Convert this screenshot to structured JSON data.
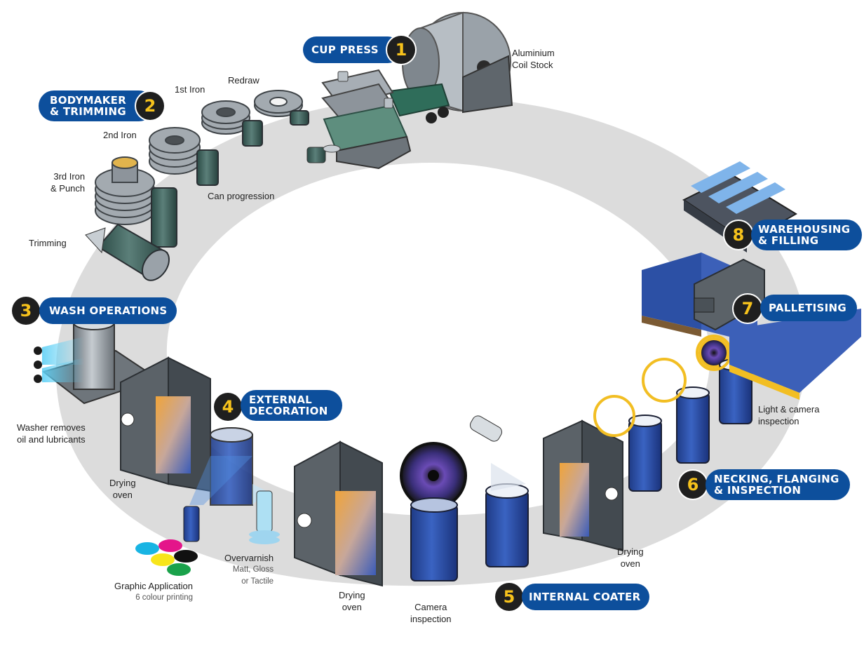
{
  "stages": [
    {
      "num": "1",
      "line1": "CUP PRESS",
      "line2": ""
    },
    {
      "num": "2",
      "line1": "BODYMAKER",
      "line2": "& TRIMMING"
    },
    {
      "num": "3",
      "line1": "WASH OPERATIONS",
      "line2": ""
    },
    {
      "num": "4",
      "line1": "EXTERNAL",
      "line2": "DECORATION"
    },
    {
      "num": "5",
      "line1": "INTERNAL COATER",
      "line2": ""
    },
    {
      "num": "6",
      "line1": "NECKING, FLANGING",
      "line2": "& INSPECTION"
    },
    {
      "num": "7",
      "line1": "PALLETISING",
      "line2": ""
    },
    {
      "num": "8",
      "line1": "WAREHOUSING",
      "line2": "& FILLING"
    }
  ],
  "labels": {
    "coil": [
      "Aluminium",
      "Coil Stock"
    ],
    "redraw": "Redraw",
    "iron1": "1st Iron",
    "iron2": "2nd Iron",
    "iron3": [
      "3rd Iron",
      "& Punch"
    ],
    "can_progression": "Can progression",
    "trimming": "Trimming",
    "washer": [
      "Washer removes",
      "oil and lubricants"
    ],
    "drying_oven": [
      "Drying",
      "oven"
    ],
    "overvarnish": "Overvarnish",
    "overvarnish_sub": [
      "Matt, Gloss",
      "or Tactile"
    ],
    "graphic": "Graphic Application",
    "graphic_sub": "6 colour printing",
    "camera": [
      "Camera",
      "inspection"
    ],
    "light_camera": [
      "Light & camera",
      "inspection"
    ]
  },
  "colors": {
    "brand_blue": "#0d4f9c",
    "badge_bg": "#1f1f1f",
    "badge_num": "#f6c21c",
    "track": "#dcdcdc",
    "machine_grey": "#8d949b",
    "can_blue": "#2d4fa5",
    "can_green": "#3f6660",
    "ink_cyan": "#18b4e3",
    "ink_magenta": "#e4158a",
    "ink_yellow": "#f7e51b",
    "ink_black": "#111111",
    "ink_green": "#1aa24b"
  },
  "icons": [
    "coil-icon",
    "press-icon",
    "ring-icon",
    "can-icon",
    "oven-icon",
    "spray-icon",
    "camera-lens-icon",
    "gauge-icon",
    "ink-dot-icon",
    "pallet-icon",
    "warehouse-icon"
  ]
}
